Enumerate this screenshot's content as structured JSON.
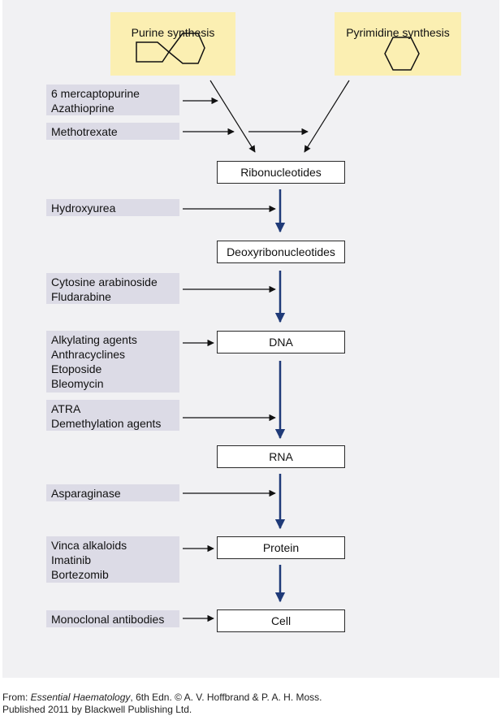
{
  "synthesis": {
    "purine": "Purine synthesis",
    "pyrimidine": "Pyrimidine synthesis"
  },
  "stages": {
    "ribonucleotides": "Ribonucleotides",
    "deoxyribonucleotides": "Deoxyribonucleotides",
    "dna": "DNA",
    "rna": "RNA",
    "protein": "Protein",
    "cell": "Cell"
  },
  "drugs": {
    "purine_inhibitors": [
      "6 mercaptopurine",
      "Azathioprine"
    ],
    "methotrexate": [
      "Methotrexate"
    ],
    "hydroxyurea": [
      "Hydroxyurea"
    ],
    "cytosine": [
      "Cytosine arabinoside",
      "Fludarabine"
    ],
    "dna_agents": [
      "Alkylating agents",
      "Anthracyclines",
      "Etoposide",
      "Bleomycin"
    ],
    "atra": [
      "ATRA",
      "Demethylation agents"
    ],
    "asparaginase": [
      "Asparaginase"
    ],
    "protein_agents": [
      "Vinca alkaloids",
      "Imatinib",
      "Bortezomib"
    ],
    "antibodies": [
      "Monoclonal antibodies"
    ]
  },
  "footer": {
    "from": "From: ",
    "book": "Essential Haematology",
    "citation": ", 6th Edn. © A. V. Hoffbrand & P. A. H. Moss.",
    "line2": "Published 2011 by Blackwell Publishing Ltd."
  },
  "colors": {
    "main_flow_arrow": "#1f3a78",
    "drug_box": "#dcdbe6",
    "synthesis_box": "#fbefb2"
  }
}
